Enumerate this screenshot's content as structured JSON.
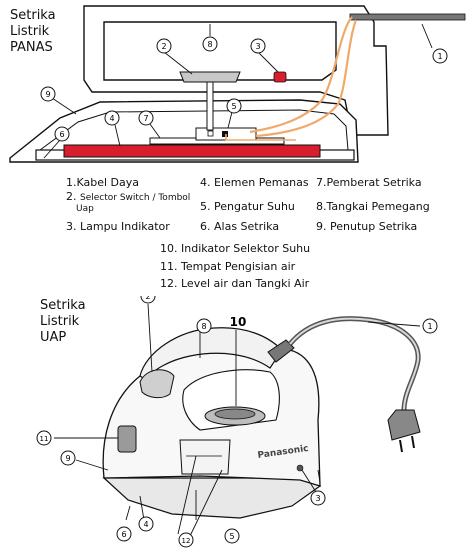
{
  "top_title": [
    "Setrika",
    "Listrik",
    "PANAS"
  ],
  "bottom_title": [
    "Setrika",
    "Listrik",
    "UAP"
  ],
  "legend": [
    {
      "id": "1",
      "text": "1.Kabel Daya"
    },
    {
      "id": "2a",
      "text": "Selector Switch / Tombol"
    },
    {
      "id": "2b",
      "text": "Uap"
    },
    {
      "id": "3",
      "text": "3. Lampu Indikator"
    },
    {
      "id": "4",
      "text": "4. Elemen Pemanas"
    },
    {
      "id": "5",
      "text": "5. Pengatur Suhu"
    },
    {
      "id": "6",
      "text": "6. Alas Setrika"
    },
    {
      "id": "7",
      "text": "7.Pemberat Setrika"
    },
    {
      "id": "8",
      "text": "8.Tangkai Pemegang"
    },
    {
      "id": "9",
      "text": "9. Penutup Setrika"
    },
    {
      "id": "10",
      "text": "10. Indikator Selektor Suhu"
    },
    {
      "id": "11",
      "text": "11. Tempat Pengisian air"
    },
    {
      "id": "12",
      "text": "12. Level air dan Tangki Air"
    }
  ],
  "legend_prefix_2": "2.",
  "callouts_top": [
    "1",
    "2",
    "3",
    "4",
    "5",
    "6",
    "7",
    "8",
    "9"
  ],
  "callouts_bottom": [
    "1",
    "2",
    "3",
    "4",
    "5",
    "6",
    "8",
    "9",
    "10",
    "11",
    "12"
  ],
  "brand": "Panasonic",
  "colors": {
    "heater": "#d81e2c",
    "cord": "#f0a968",
    "stroke": "#111111",
    "shade": "#c8c8c8"
  }
}
